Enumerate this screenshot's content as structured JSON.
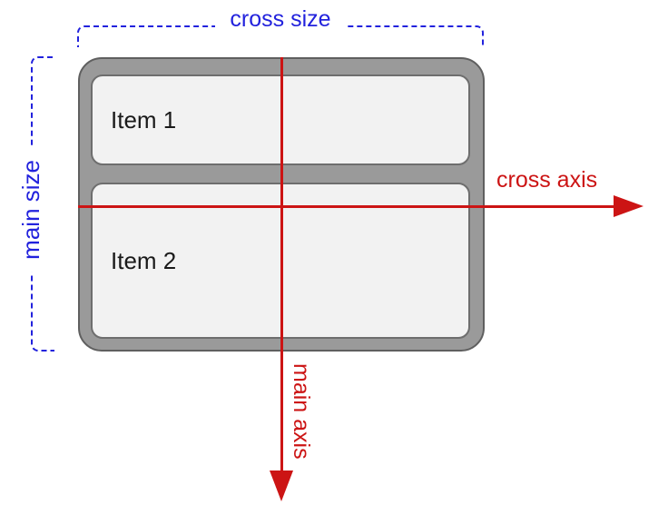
{
  "diagram": {
    "type": "flexbox-axes-illustration",
    "flex_container": {
      "items": [
        {
          "label": "Item 1"
        },
        {
          "label": "Item 2"
        }
      ]
    },
    "labels": {
      "cross_size": "cross size",
      "main_size": "main size",
      "cross_axis": "cross axis",
      "main_axis": "main axis"
    },
    "colors": {
      "annotation_blue": "#2222dd",
      "axis_red": "#cc1414",
      "container_fill": "#9a9a9a",
      "container_border": "#5f5f5f",
      "item_fill": "#f2f2f2",
      "item_border": "#6e6e6e",
      "canvas_bg": "#ffffff"
    }
  }
}
